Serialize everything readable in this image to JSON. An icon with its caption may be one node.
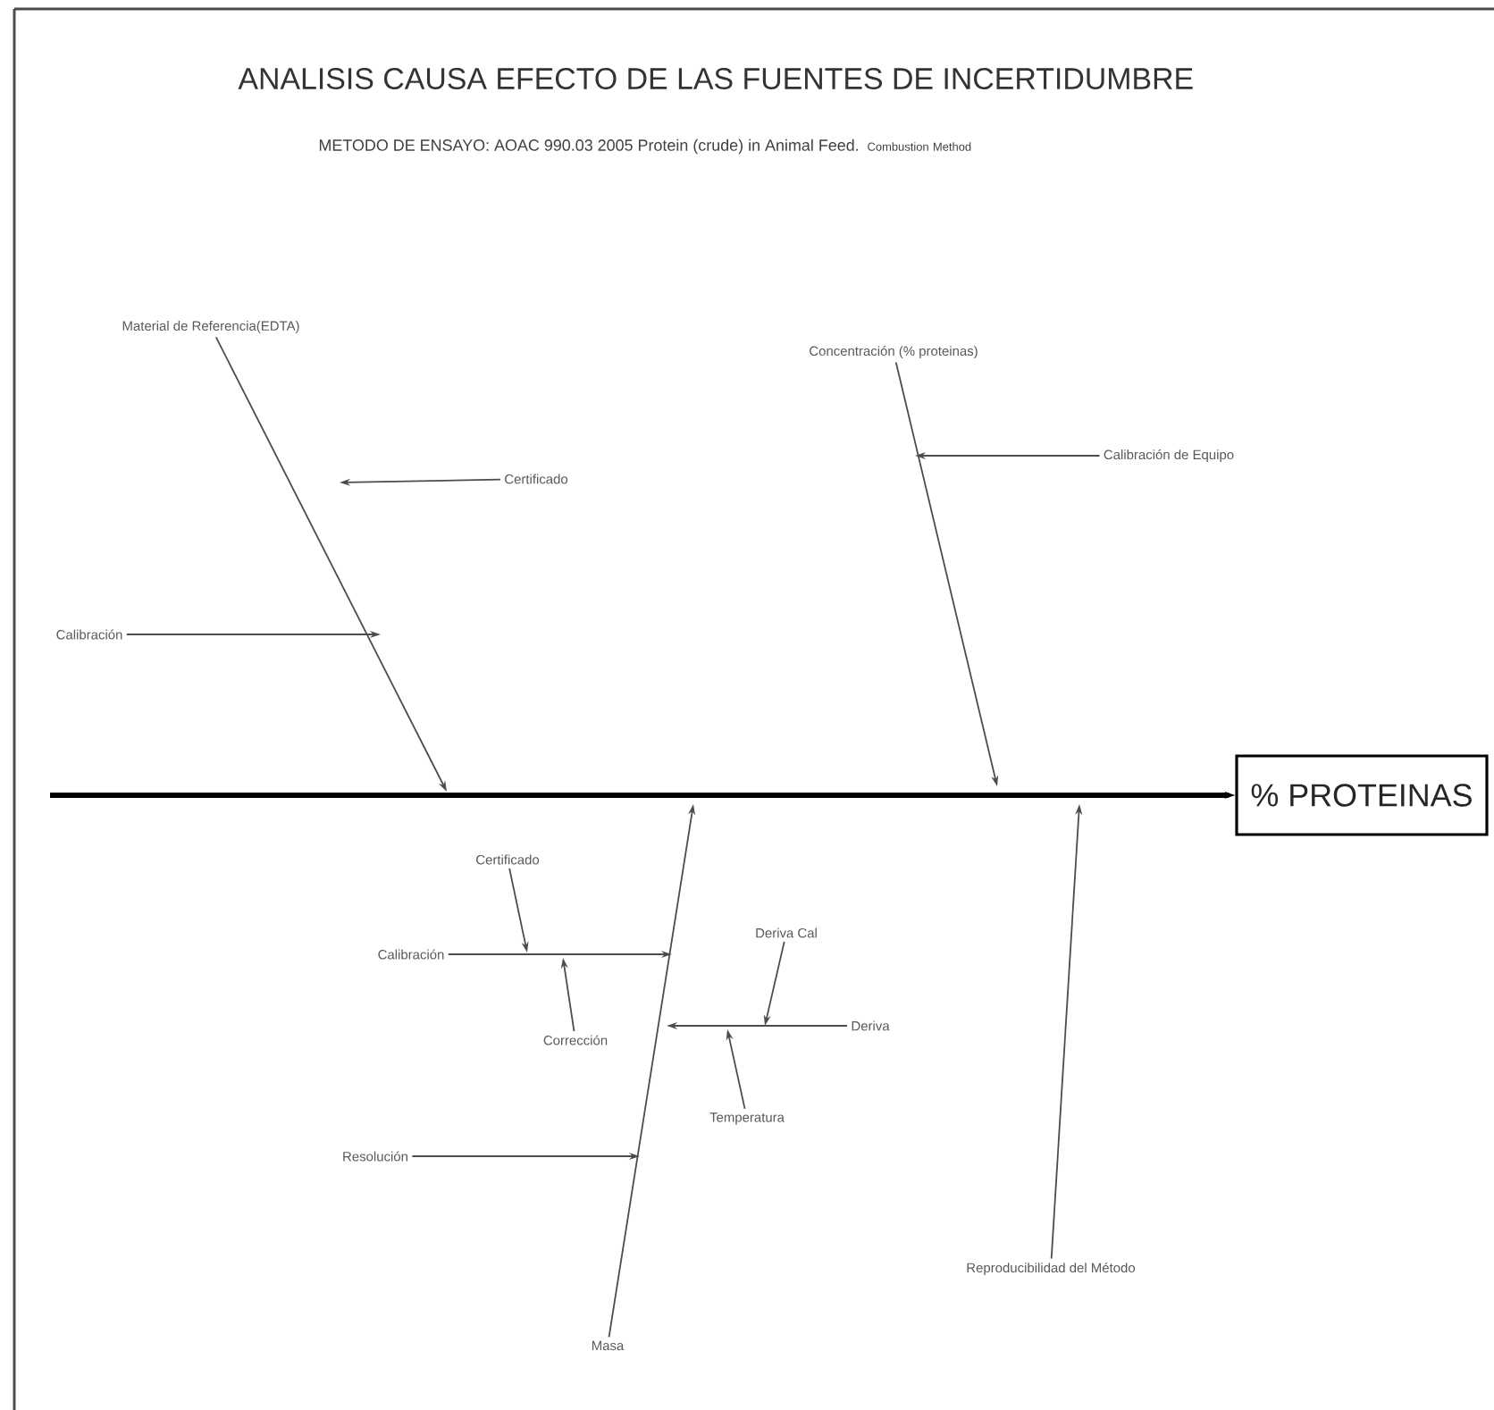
{
  "diagram": {
    "title": "ANALISIS CAUSA EFECTO DE LAS FUENTES DE INCERTIDUMBRE",
    "nodes": [
      {
        "text": [
          "Material de Referencia(EDTA)"
        ]
      },
      {
        "text": [
          "Certificado"
        ]
      },
      {
        "text": [
          "Calibración"
        ]
      },
      {
        "text": [
          "Concentración (% proteinas)"
        ]
      },
      {
        "text": [
          "Calibración de Equipo"
        ]
      },
      {
        "text": [
          "% PROTEINAS"
        ]
      },
      {
        "text": [
          "Certificado"
        ]
      },
      {
        "text": [
          "Calibración"
        ]
      },
      {
        "text": [
          "Deriva Cal"
        ]
      },
      {
        "text": [
          "Corrección"
        ]
      },
      {
        "text": [
          "Deriva"
        ]
      },
      {
        "text": [
          "Temperatura"
        ]
      },
      {
        "text": [
          "Resolución"
        ]
      },
      {
        "text": [
          "Reproducibilidad del Método"
        ]
      },
      {
        "text": [
          "Masa"
        ]
      }
    ],
    "edges": [
      {
        "from": null,
        "to": 5,
        "arrow": "to",
        "style": "thick"
      },
      {
        "from": 0,
        "to": null,
        "arrow": "to"
      },
      {
        "from": 1,
        "to": null,
        "arrow": "to"
      },
      {
        "from": 2,
        "to": null,
        "arrow": "to"
      },
      {
        "from": 3,
        "to": null,
        "arrow": "to"
      },
      {
        "from": 4,
        "to": null,
        "arrow": "to"
      },
      {
        "from": 14,
        "to": null,
        "arrow": "to"
      },
      {
        "from": 7,
        "to": null,
        "arrow": "to"
      },
      {
        "from": 6,
        "to": null,
        "arrow": "to"
      },
      {
        "from": 9,
        "to": null,
        "arrow": "to"
      },
      {
        "from": 10,
        "to": null,
        "arrow": "to"
      },
      {
        "from": 8,
        "to": null,
        "arrow": "to"
      },
      {
        "from": 11,
        "to": null,
        "arrow": "to"
      },
      {
        "from": 12,
        "to": null,
        "arrow": "to"
      },
      {
        "from": 13,
        "to": null,
        "arrow": "to"
      }
    ],
    "labels": [
      "METODO DE ENSAYO: AOAC 990.03 2005 Protein (crude) in Animal Feed.",
      "Combustion Method"
    ]
  }
}
